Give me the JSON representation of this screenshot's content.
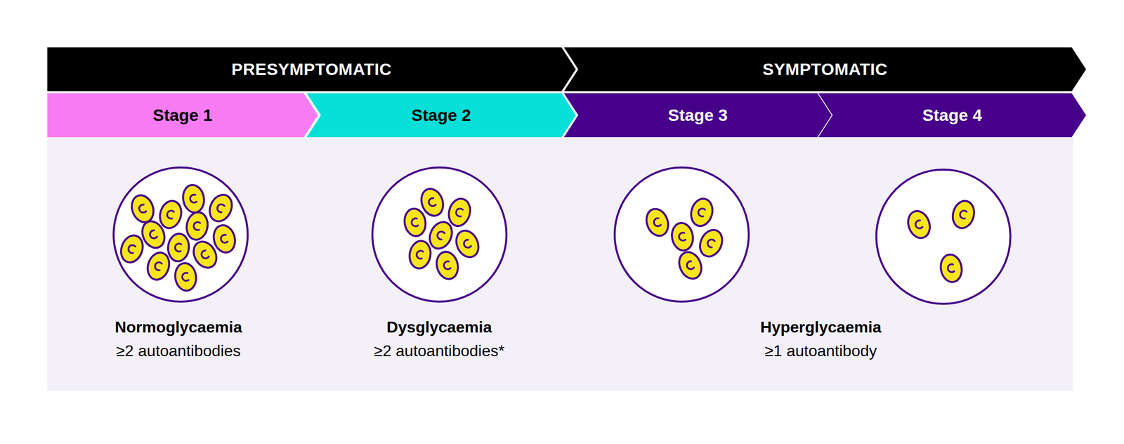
{
  "diagram": {
    "nodes": [
      {
        "text": [
          "PRESYMPTOMATIC"
        ]
      },
      {
        "text": [
          "SYMPTOMATIC"
        ]
      },
      {
        "text": [
          "Stage 1"
        ]
      },
      {
        "text": [
          "Stage 2"
        ]
      },
      {
        "text": [
          "Stage 3"
        ]
      },
      {
        "text": [
          "Stage 4"
        ]
      }
    ],
    "labels": [
      "Normoglycaemia",
      "≥2 autoantibodies",
      "Dysglycaemia",
      "≥2 autoantibodies*",
      "Hyperglycaemia",
      "≥1 autoantibody"
    ]
  }
}
